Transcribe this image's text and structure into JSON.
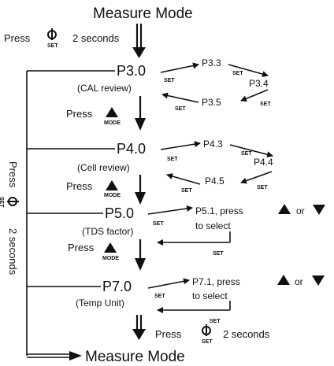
{
  "header": {
    "title": "Measure Mode"
  },
  "footer": {
    "title": "Measure Mode"
  },
  "hold": {
    "press": "Press",
    "duration": "2 seconds",
    "button_label": "SET"
  },
  "buttons": {
    "set_label": "SET",
    "mode_label": "MODE"
  },
  "steps": [
    {
      "code": "P3.0",
      "desc": "(CAL review)",
      "press": "Press",
      "sub": [
        "P3.3",
        "P3.4",
        "P3.5"
      ]
    },
    {
      "code": "P4.0",
      "desc": "(Cell review)",
      "press": "Press",
      "sub": [
        "P4.3",
        "P4.4",
        "P4.5"
      ]
    },
    {
      "code": "P5.0",
      "desc": "(TDS factor)",
      "press": "Press",
      "sub_text": "P5.1, press",
      "or_text": "or",
      "select_text": "to select"
    },
    {
      "code": "P7.0",
      "desc": "(Temp Unit)",
      "sub_text": "P7.1, press",
      "or_text": "or",
      "select_text": "to select"
    }
  ],
  "side_label": {
    "press": "Press",
    "duration": "2 seconds"
  }
}
